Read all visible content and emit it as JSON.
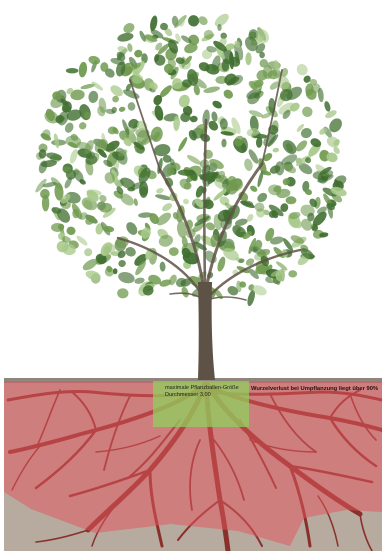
{
  "labels": {
    "size_label": "maximale Pflanzballen-Größe",
    "diameter_label": "Durchmesser 3,00",
    "root_loss_note": "Wurzelverlust bei Umpflanzung liegt über 90%"
  },
  "colors": {
    "sky": "#ffffff",
    "soil": "#b7aa9f",
    "soil_surface": "#8f857c",
    "root_zone_overlay": "#e3565e",
    "root_ball_overlay": "#8fd35c",
    "roots": "#8a2f2a",
    "trunk": "#5e5246",
    "foliage_dark": "#3f6e2f",
    "foliage_mid": "#6f9a4e",
    "foliage_light": "#a8c98a"
  },
  "elements": {
    "tree": "deciduous-tree",
    "root_system": "spreading-roots",
    "root_zone": "red-translucent-overlay",
    "root_ball": "green-translucent-overlay"
  }
}
